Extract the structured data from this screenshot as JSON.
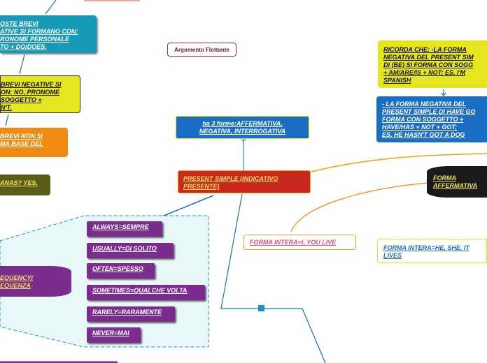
{
  "nodes": {
    "brevi_formano": "OSTE BREVI\nATIVE SI FORMANO CON:\nRONOME PERSONALE\nTO + DO/DOES.",
    "brevi_negative": "BREVI NEGATIVE SI\nON: NO, PRONOME\nSOGGETTO +\nN'T.",
    "brevi_non": "BREVI NON SI\nMA BASE DEL",
    "bananas": "ANAS? YES,",
    "argomento_flottante": "Argomento Flottante",
    "tre_forme": "ha 3 forme:AFFERMATIVA,\nNEGATIVA, INTERROGATIVA",
    "present_simple": "PRESENT SIMPLE (INDICATIVO\nPRESENTE)",
    "ricorda": "RICORDA CHE: -LA FORMA\nNEGATIVA DEL PRESENT SIM\nDI (BE) SI FORMA CON SOGG\n+ AM/ARE/IS + NOT; ES. I'M\nSPANISH",
    "have_got": "- LA FORMA NEGATIVA DEL\nPRESENT SIMPLE DI HAVE GO\nFORMA CON SOGGETTO +\nHAVE/HAS + NOT + GOT;\nES. HE HASN'T GOT A DOG",
    "forma_affermativa": "FORMA\nAFFERMATIVA",
    "forma_intera_i_you": "FORMA INTERA=I, YOU LIVE",
    "forma_intera_he": "FORMA INTERA=HE, SHE, IT\nLIVES",
    "frequency": "EQUENCY(\nEQUENZA"
  },
  "frequency_items": [
    "ALWAYS=SEMPRE",
    "USUALLY=DI SOLITO",
    "OFTEN=SPESSO",
    "SOMETIMES=QUALCHE VOLTA",
    "RARELY=RARAMENTE",
    "NEVER=MAI"
  ],
  "colors": {
    "teal": "#1799b8",
    "yellow": "#e6e61e",
    "orange": "#f08a10",
    "olive": "#5c5c1a",
    "blue": "#1a6fc4",
    "red": "#c8281e",
    "purple": "#7b2c8f",
    "black": "#1a1a1a",
    "pink": "#e0508c"
  }
}
